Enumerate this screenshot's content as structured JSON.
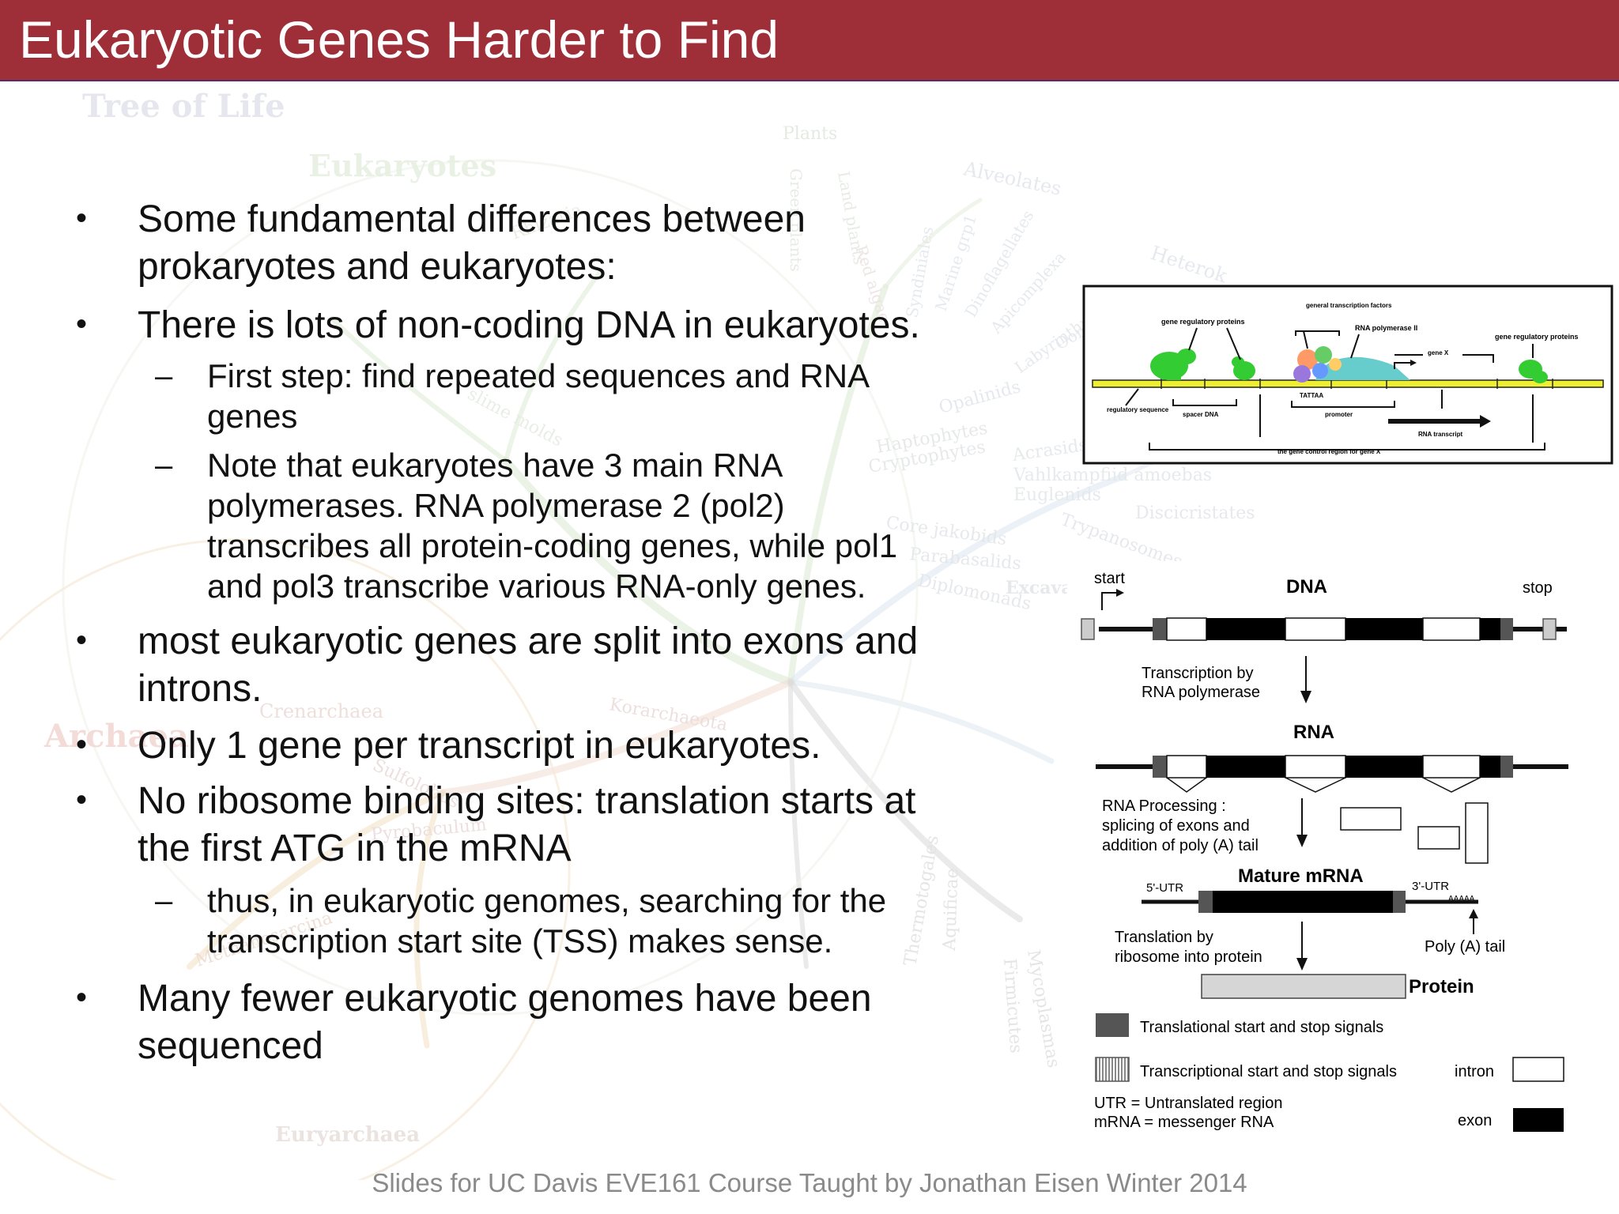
{
  "slide": {
    "title": "Eukaryotic Genes Harder to Find",
    "footer": "Slides for UC Davis EVE161 Course Taught by Jonathan Eisen Winter 2014"
  },
  "bullet_marks": {
    "l1": "•",
    "l2": "–"
  },
  "bullets": [
    {
      "level": 1,
      "lines": [
        "Some fundamental differences between",
        "prokaryotes and eukaryotes:"
      ]
    },
    {
      "level": 1,
      "lines": [
        "There is lots of non-coding DNA in eukaryotes."
      ]
    },
    {
      "level": 2,
      "lines": [
        "First step: find repeated sequences and RNA",
        "genes"
      ]
    },
    {
      "level": 2,
      "lines": [
        "Note that eukaryotes have 3 main RNA",
        "polymerases.  RNA polymerase 2 (pol2)",
        "transcribes all protein-coding genes, while pol1",
        "and pol3 transcribe various RNA-only genes."
      ]
    },
    {
      "level": 1,
      "lines": [
        "most eukaryotic genes are split into exons and",
        "introns."
      ]
    },
    {
      "level": 1,
      "lines": [
        "Only 1 gene per transcript in eukaryotes."
      ]
    },
    {
      "level": 1,
      "lines": [
        "No ribosome binding sites: translation starts at",
        "the first ATG in the mRNA"
      ]
    },
    {
      "level": 2,
      "lines": [
        "thus, in eukaryotic genomes, searching for the",
        "transcription start site (TSS)  makes sense."
      ]
    },
    {
      "level": 1,
      "lines": [
        "Many fewer eukaryotic genomes have been",
        "sequenced"
      ]
    }
  ],
  "background_tree": {
    "title": "Tree of Life",
    "labels": {
      "eukaryotes": "Eukaryotes",
      "plants": "Plants",
      "alveolates": "Alveolates",
      "heterok": "Heterok",
      "rhizaria": "Rhizaria",
      "green_plants": "Green plants",
      "land_plants": "Land plants",
      "red_algae": "Red algae",
      "syndiniales": "Syndiniales",
      "marine_grp1": "Marine grp1",
      "dinoflagellates": "Dinoflagellates",
      "apicomplexa": "Apicomplexa",
      "labyrinthulids": "Labyrinthulids",
      "oomycetes": "Oomycetes",
      "opalinids": "Opalinids",
      "haptophytes": "Haptophytes",
      "cryptophytes": "Cryptophytes",
      "slime_molds": "slime molds",
      "acrasids": "Acrasids",
      "vahlkampfiid": "Vahlkampfiid amoebas",
      "euglenids": "Euglenids",
      "discicristates": "Discicristates",
      "core_jakobids": "Core jakobids",
      "trypanosomes": "Trypanosomes",
      "parabasalids": "Parabasalids",
      "diplomonads": "Diplomonads",
      "excavates": "Excavates",
      "crenarchaea": "Crenarchaea",
      "korarchaeota": "Korarchaeota",
      "archaea": "Archaea",
      "sulfolobus": "Sulfolobus",
      "pyrobaculum": "Pyrobaculum",
      "methanosarcina": "Methanosarcina",
      "euryarchaea": "Euryarchaea",
      "thermotogales": "Thermotogales",
      "aquificae": "Aquificae",
      "mycoplasmas": "Mycoplasmas",
      "firmicutes": "Firmicutes"
    }
  },
  "control_figure": {
    "gene_regulatory_proteins_left": "gene regulatory proteins",
    "general_transcription_factors": "general transcription factors",
    "rna_polymerase_ii": "RNA polymerase II",
    "gene_regulatory_proteins_right": "gene regulatory proteins",
    "gene_x": "gene X",
    "regulatory_sequence": "regulatory sequence",
    "spacer_dna": "spacer DNA",
    "tattaa": "TATTAA",
    "promoter": "promoter",
    "rna_transcript": "RNA transcript",
    "control_region": "the gene control region for gene X"
  },
  "gene_figure": {
    "start": "start",
    "stop": "stop",
    "dna": "DNA",
    "transcription_line1": "Transcription by",
    "transcription_line2": "RNA polymerase",
    "rna": "RNA",
    "processing_line1": "RNA Processing :",
    "processing_line2": "splicing of exons and",
    "processing_line3": "addition of poly (A) tail",
    "mature_mrna": "Mature mRNA",
    "utr5": "5'-UTR",
    "utr3": "3'-UTR",
    "aaaaa": "AAAAA",
    "translation_line1": "Translation by",
    "translation_line2": "ribosome into protein",
    "polya_tail": "Poly (A) tail",
    "protein": "Protein",
    "legend_translational": "Translational start and stop signals",
    "legend_transcriptional": "Transcriptional start and stop signals",
    "legend_intron": "intron",
    "legend_utr": "UTR = Untranslated region",
    "legend_mrna": "mRNA = messenger RNA",
    "legend_exon": "exon"
  },
  "colors": {
    "title_bar": "#9e2f38",
    "title_text": "#ffffff",
    "footer_text": "#8a8a8a",
    "regulatory_protein_green": "#33cc33",
    "dna_strand_yellow": "#eeee33",
    "polymerase_cyan": "#66cccc"
  }
}
